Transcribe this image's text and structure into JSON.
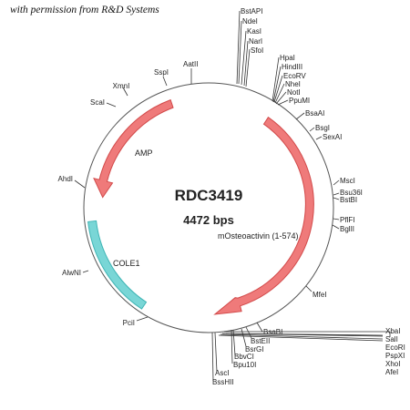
{
  "permission": "with permission from R&D Systems",
  "plasmid": {
    "name": "RDC3419",
    "length": "4472 bps"
  },
  "features": {
    "amp": "AMP",
    "insert": "mOsteoactivin (1-574)",
    "cole1": "COLE1"
  },
  "colors": {
    "arrow_fill": "#ef7a7a",
    "arrow_stroke": "#d24a4a",
    "origin_fill": "#79d6d6",
    "origin_stroke": "#3fb5b5"
  },
  "sites": {
    "BstAPI": "BstAPI",
    "NdeI": "NdeI",
    "KasI": "KasI",
    "NarI": "NarI",
    "SfoI": "SfoI",
    "HpaI": "HpaI",
    "HindIII": "HindIII",
    "EcoRV": "EcoRV",
    "NheI": "NheI",
    "NotI": "NotI",
    "PpuMI": "PpuMI",
    "BsaAI": "BsaAI",
    "BsgI": "BsgI",
    "SexAI": "SexAI",
    "MscI": "MscI",
    "Bsu36I": "Bsu36I",
    "BstBI": "BstBI",
    "PflFI": "PflFI",
    "BglII": "BglII",
    "MfeI": "MfeI",
    "BsaBI": "BsaBI",
    "BstEII": "BstEII",
    "BsrGI": "BsrGI",
    "BbvCI": "BbvCI",
    "Bpu10I": "Bpu10I",
    "AscI": "AscI",
    "BssHII": "BssHII",
    "XbaI": "XbaI",
    "SalI": "SalI",
    "EcoRI": "EcoRI",
    "PspXI": "PspXI",
    "XhoI": "XhoI",
    "AfeI": "AfeI",
    "PciI": "PciI",
    "AlwNI": "AlwNI",
    "AhdI": "AhdI",
    "ScaI": "ScaI",
    "XmnI": "XmnI",
    "SspI": "SspI",
    "AatII": "AatII"
  }
}
